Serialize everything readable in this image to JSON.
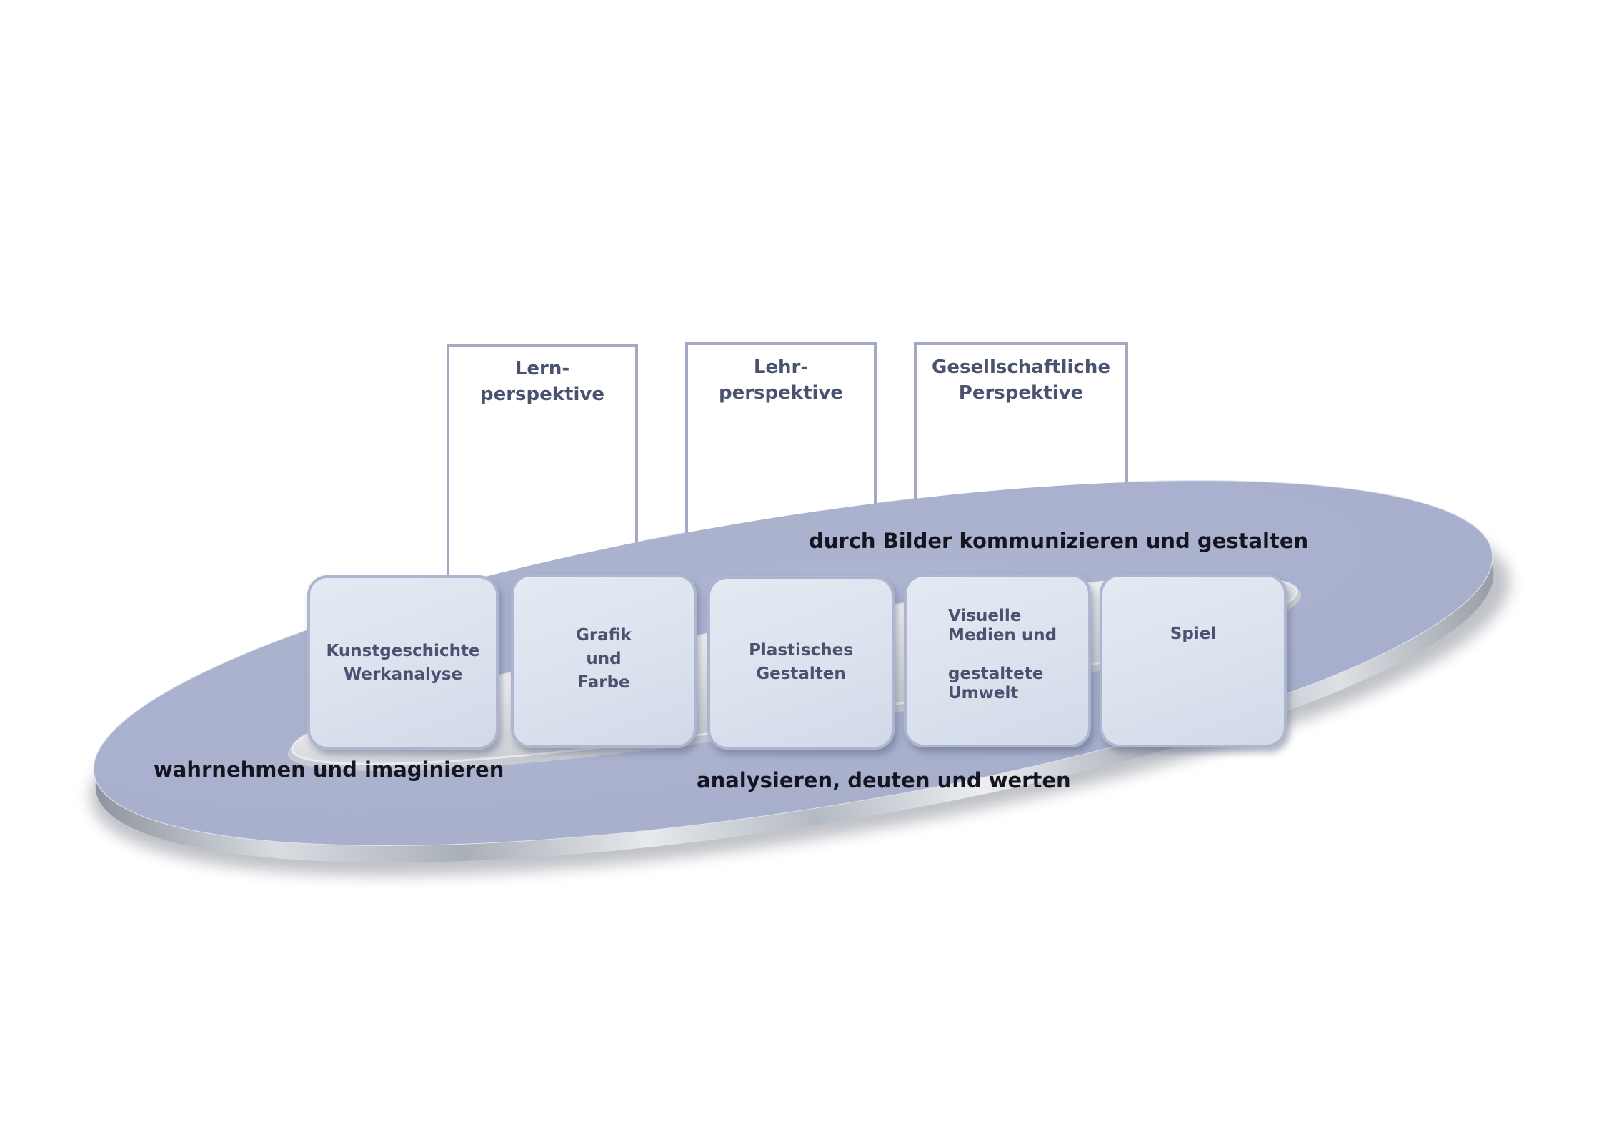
{
  "perspectives": [
    {
      "label": "Lern-\nperspektive"
    },
    {
      "label": "Lehr-\nperspektive"
    },
    {
      "label": "Gesellschaftliche\nPerspektive"
    }
  ],
  "areas": [
    {
      "label": "Kunstgeschichte\nWerkanalyse"
    },
    {
      "label": "Grafik\nund\nFarbe"
    },
    {
      "label": "Plastisches\nGestalten"
    },
    {
      "label": "Visuelle\nMedien und\n\ngestaltete\nUmwelt"
    },
    {
      "label": "Spiel"
    }
  ],
  "ring_labels": {
    "top": "durch Bilder kommunizieren und gestalten",
    "left": "wahrnehmen und imaginieren",
    "bottom": "analysieren, deuten und werten"
  },
  "colors": {
    "ring_fill": "#aab2cf",
    "ring_edge": "#b7bdc7",
    "box_fill": "#dde4ef",
    "box_border": "#aeb6cf",
    "perspective_border": "#a3a8c4",
    "label_text": "#4a5270",
    "ring_text": "#15151f"
  }
}
